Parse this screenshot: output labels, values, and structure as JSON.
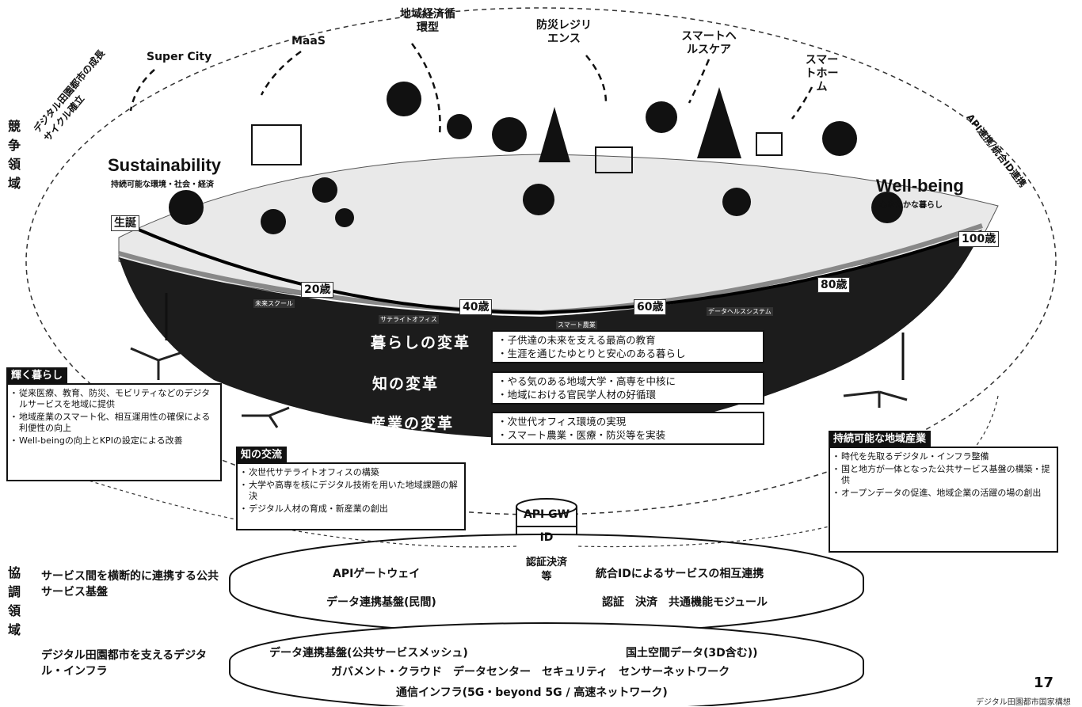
{
  "left_labels": {
    "competitive": "競争領域",
    "cooperative": "協調領域"
  },
  "orbit": {
    "left_arc": "デジタル田園都市の成長サイクル確立",
    "right_arc": "API連携/統合ID連携"
  },
  "service_labels": [
    "Super City",
    "MaaS",
    "地域経済循環型",
    "防災レジリエンス",
    "スマートヘルスケア",
    "スマートホーム"
  ],
  "sustainability": {
    "title": "Sustainability",
    "subtitle": "持続可能な環境・社会・経済"
  },
  "wellbeing": {
    "title": "Well-being",
    "subtitle": "心ゆたかな暮らし"
  },
  "life_stages": [
    "生誕",
    "20歳",
    "40歳",
    "60歳",
    "80歳",
    "100歳"
  ],
  "timeline_tags": [
    "未来スクール",
    "サテライトオフィス",
    "スマート農業",
    "データヘルスシステム"
  ],
  "bands": [
    {
      "label": "暮らしの変革",
      "bullets": [
        "子供達の未来を支える最高の教育",
        "生涯を通じたゆとりと安心のある暮らし"
      ]
    },
    {
      "label": "知の変革",
      "bullets": [
        "やる気のある地域大学・高専を中核に",
        "地域における官民学人材の好循環"
      ]
    },
    {
      "label": "産業の変革",
      "bullets": [
        "次世代オフィス環境の実現",
        "スマート農業・医療・防災等を実装"
      ]
    }
  ],
  "box_kagayaku": {
    "heading": "輝く暮らし",
    "items": [
      "従来医療、教育、防災、モビリティなどのデジタルサービスを地域に提供",
      "地域産業のスマート化、相互運用性の確保による利便性の向上",
      "Well-beingの向上とKPIの設定による改善"
    ]
  },
  "box_chi_kouryu": {
    "heading": "知の交流",
    "items": [
      "次世代サテライトオフィスの構築",
      "大学や高専を核にデジタル技術を用いた地域課題の解決",
      "デジタル人材の育成・新産業の創出"
    ]
  },
  "box_sangyo": {
    "heading": "持続可能な地域産業",
    "items": [
      "時代を先取るデジタル・インフラ整備",
      "国と地方が一体となった公共サービス基盤の構築・提供",
      "オープンデータの促進、地域企業の活躍の場の創出"
    ]
  },
  "cylinder": [
    "API GW",
    "ID",
    "認証決済等"
  ],
  "platform_upper": {
    "side_label": "サービス間を横断的に連携する公共サービス基盤",
    "left_top": "APIゲートウェイ",
    "left_bottom": "データ連携基盤(民間)",
    "right_top": "統合IDによるサービスの相互連携",
    "right_bottom": "認証　決済　共通機能モジュール"
  },
  "platform_lower": {
    "side_label": "デジタル田園都市を支えるデジタル・インフラ",
    "line1_left": "データ連携基盤(公共サービスメッシュ)",
    "line1_right": "国土空間データ(3D含む))",
    "line2": "ガバメント・クラウド　データセンター　セキュリティ　センサーネットワーク",
    "line3": "通信インフラ(5G・beyond 5G / 高速ネットワーク)"
  },
  "page_number": "17",
  "footnote": "デジタル田園都市国家構想"
}
